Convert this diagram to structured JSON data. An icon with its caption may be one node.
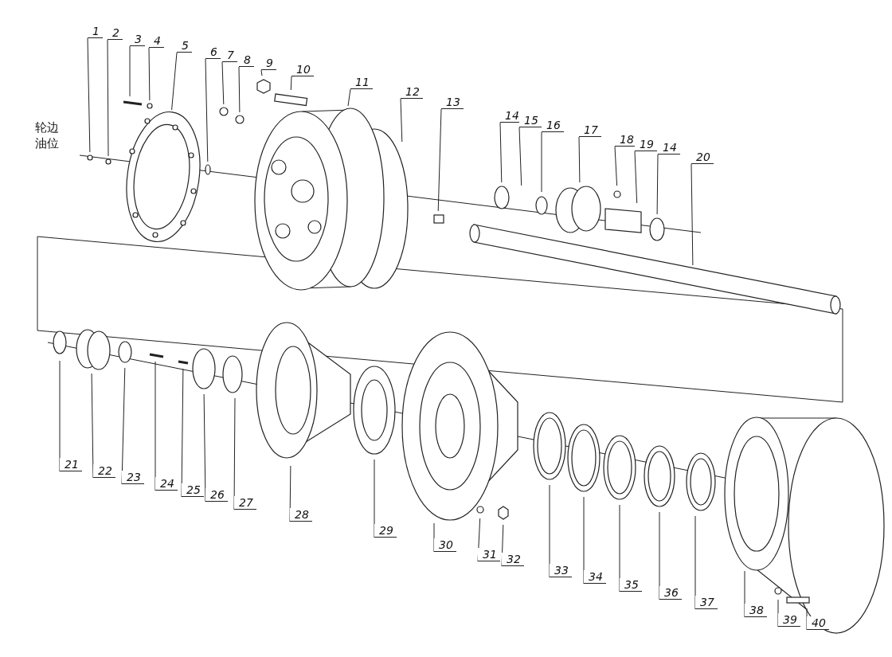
{
  "diagram": {
    "nodes": [
      {
        "text": [
          "1"
        ]
      },
      {
        "text": [
          "2"
        ]
      },
      {
        "text": [
          "3"
        ]
      },
      {
        "text": [
          "4"
        ]
      },
      {
        "text": [
          "5"
        ]
      },
      {
        "text": [
          "6"
        ]
      },
      {
        "text": [
          "7"
        ]
      },
      {
        "text": [
          "8"
        ]
      },
      {
        "text": [
          "9"
        ]
      },
      {
        "text": [
          "10"
        ]
      },
      {
        "text": [
          "11"
        ]
      },
      {
        "text": [
          "12"
        ]
      },
      {
        "text": [
          "13"
        ]
      },
      {
        "text": [
          "14"
        ]
      },
      {
        "text": [
          "15"
        ]
      },
      {
        "text": [
          "16"
        ]
      },
      {
        "text": [
          "17"
        ]
      },
      {
        "text": [
          "18"
        ]
      },
      {
        "text": [
          "19"
        ]
      },
      {
        "text": [
          "14"
        ]
      },
      {
        "text": [
          "20"
        ]
      },
      {
        "text": [
          "21"
        ]
      },
      {
        "text": [
          "22"
        ]
      },
      {
        "text": [
          "23"
        ]
      },
      {
        "text": [
          "24"
        ]
      },
      {
        "text": [
          "25"
        ]
      },
      {
        "text": [
          "26"
        ]
      },
      {
        "text": [
          "27"
        ]
      },
      {
        "text": [
          "28"
        ]
      },
      {
        "text": [
          "29"
        ]
      },
      {
        "text": [
          "30"
        ]
      },
      {
        "text": [
          "31"
        ]
      },
      {
        "text": [
          "32"
        ]
      },
      {
        "text": [
          "33"
        ]
      },
      {
        "text": [
          "34"
        ]
      },
      {
        "text": [
          "35"
        ]
      },
      {
        "text": [
          "36"
        ]
      },
      {
        "text": [
          "37"
        ]
      },
      {
        "text": [
          "38"
        ]
      },
      {
        "text": [
          "39"
        ]
      },
      {
        "text": [
          "40"
        ]
      }
    ],
    "edges": [
      {
        "from": 0,
        "to": null,
        "arrow": "none"
      },
      {
        "from": 1,
        "to": null,
        "arrow": "none"
      },
      {
        "from": 2,
        "to": null,
        "arrow": "none"
      },
      {
        "from": 3,
        "to": null,
        "arrow": "none"
      },
      {
        "from": 4,
        "to": null,
        "arrow": "none"
      },
      {
        "from": 5,
        "to": null,
        "arrow": "none"
      },
      {
        "from": 6,
        "to": null,
        "arrow": "none"
      },
      {
        "from": 7,
        "to": null,
        "arrow": "none"
      },
      {
        "from": 8,
        "to": null,
        "arrow": "none"
      },
      {
        "from": 9,
        "to": null,
        "arrow": "none"
      },
      {
        "from": 10,
        "to": null,
        "arrow": "none"
      },
      {
        "from": 11,
        "to": null,
        "arrow": "none"
      },
      {
        "from": 12,
        "to": null,
        "arrow": "none"
      },
      {
        "from": 13,
        "to": null,
        "arrow": "none"
      },
      {
        "from": 14,
        "to": null,
        "arrow": "none"
      },
      {
        "from": 15,
        "to": null,
        "arrow": "none"
      },
      {
        "from": 16,
        "to": null,
        "arrow": "none"
      },
      {
        "from": 17,
        "to": null,
        "arrow": "none"
      },
      {
        "from": 18,
        "to": null,
        "arrow": "none"
      },
      {
        "from": 19,
        "to": null,
        "arrow": "none"
      },
      {
        "from": 20,
        "to": null,
        "arrow": "none"
      },
      {
        "from": 21,
        "to": null,
        "arrow": "none"
      },
      {
        "from": 22,
        "to": null,
        "arrow": "none"
      },
      {
        "from": 23,
        "to": null,
        "arrow": "none"
      },
      {
        "from": 24,
        "to": null,
        "arrow": "none"
      },
      {
        "from": 25,
        "to": null,
        "arrow": "none"
      },
      {
        "from": 26,
        "to": null,
        "arrow": "none"
      },
      {
        "from": 27,
        "to": null,
        "arrow": "none"
      },
      {
        "from": 28,
        "to": null,
        "arrow": "none"
      },
      {
        "from": 29,
        "to": null,
        "arrow": "none"
      },
      {
        "from": 30,
        "to": null,
        "arrow": "none"
      },
      {
        "from": 31,
        "to": null,
        "arrow": "none"
      },
      {
        "from": 32,
        "to": null,
        "arrow": "none"
      },
      {
        "from": 33,
        "to": null,
        "arrow": "none"
      },
      {
        "from": 34,
        "to": null,
        "arrow": "none"
      },
      {
        "from": 35,
        "to": null,
        "arrow": "none"
      },
      {
        "from": 36,
        "to": null,
        "arrow": "none"
      },
      {
        "from": 37,
        "to": null,
        "arrow": "none"
      },
      {
        "from": 38,
        "to": null,
        "arrow": "none"
      },
      {
        "from": 39,
        "to": null,
        "arrow": "none"
      },
      {
        "from": 40,
        "to": null,
        "arrow": "none"
      }
    ],
    "labels": [
      "轮边油位"
    ]
  }
}
